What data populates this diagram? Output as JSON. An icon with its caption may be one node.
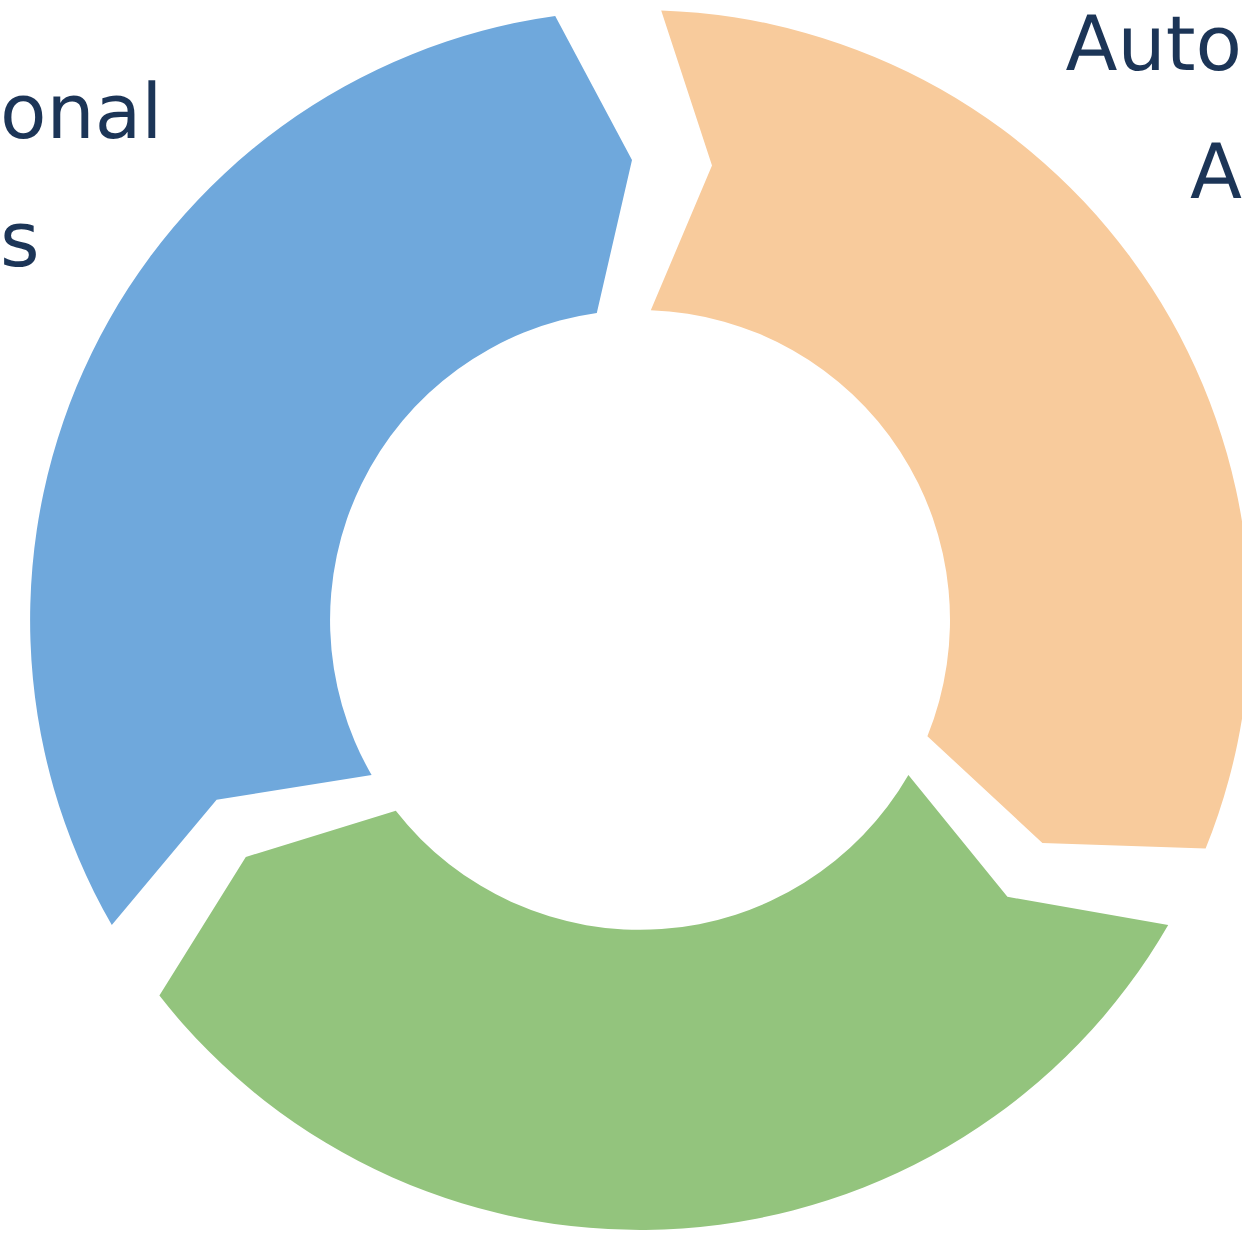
{
  "diagram": {
    "nodes": [
      {
        "text": [],
        "shape": "arc",
        "beside": [
          "onal s"
        ]
      },
      {
        "text": [],
        "shape": "arc",
        "beside": [
          "Auto A"
        ]
      },
      {
        "text": [],
        "shape": "arc"
      }
    ]
  }
}
